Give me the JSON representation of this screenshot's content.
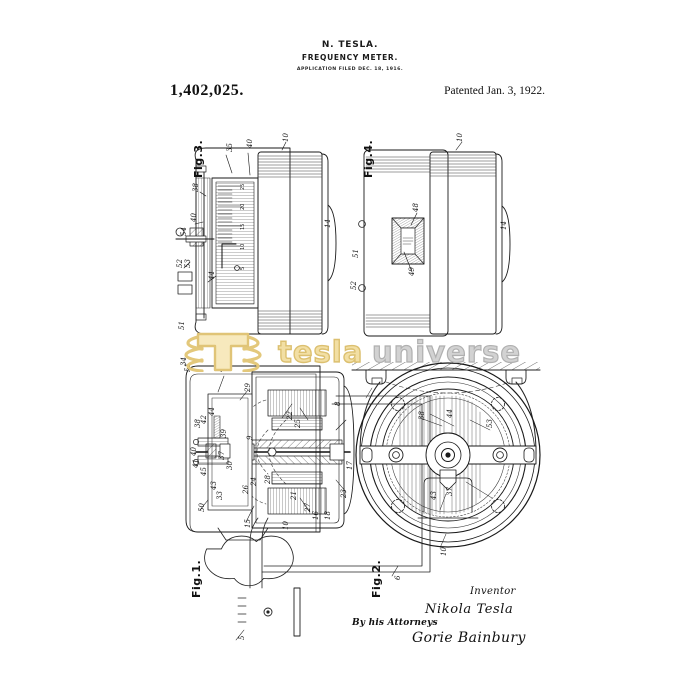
{
  "document": {
    "type": "patent-drawing-sheet",
    "background_color": "#ffffff",
    "ink_color": "#1a1a1a"
  },
  "header": {
    "inventor_line": "N. TESLA.",
    "title_line": "FREQUENCY METER.",
    "application_line": "APPLICATION FILED DEC. 18, 1916.",
    "patent_number": "1,402,025.",
    "patented_date": "Patented Jan. 3, 1922."
  },
  "figures": [
    {
      "id": "fig3",
      "caption": "Fig.3.",
      "description": "Side sectional elevation of the instrument casing with graduated scale",
      "ref_numerals": [
        "35",
        "40",
        "10",
        "14",
        "38",
        "40",
        "52",
        "53",
        "44",
        "51",
        "54"
      ]
    },
    {
      "id": "fig4",
      "caption": "Fig.4.",
      "description": "Rear elevation of casing showing window aperture",
      "ref_numerals": [
        "10",
        "14",
        "51",
        "52",
        "48",
        "49"
      ]
    },
    {
      "id": "fig1",
      "caption": "Fig.1.",
      "description": "Central longitudinal section of the frequency meter with generator circuit",
      "ref_numerals": [
        "51",
        "32",
        "29",
        "38",
        "42",
        "44",
        "39",
        "37",
        "30",
        "40",
        "41",
        "45",
        "43",
        "33",
        "50",
        "15",
        "10",
        "16",
        "6",
        "5",
        "26",
        "24",
        "21",
        "23",
        "17",
        "8",
        "22",
        "25",
        "9",
        "27",
        "18",
        "34",
        "28"
      ]
    },
    {
      "id": "fig2",
      "caption": "Fig.2.",
      "description": "Front elevation of the vibrating reed disc suspended from a support",
      "ref_numerals": [
        "38",
        "44",
        "53",
        "43",
        "37",
        "10"
      ]
    }
  ],
  "scale_readings": [
    "25",
    "20",
    "15",
    "10",
    "5"
  ],
  "watermark": {
    "logo_glyph": "T",
    "word_primary": "tesla",
    "word_secondary": "universe",
    "color_primary": "#e8cf85",
    "color_primary_fill": "#f6e7b4",
    "color_secondary": "#b6b6b6"
  },
  "signature": {
    "inventor_label": "Inventor",
    "inventor_name": "Nikola Tesla",
    "attorney_label": "By his Attorneys",
    "attorney_name": "Gorie Bainbury"
  }
}
